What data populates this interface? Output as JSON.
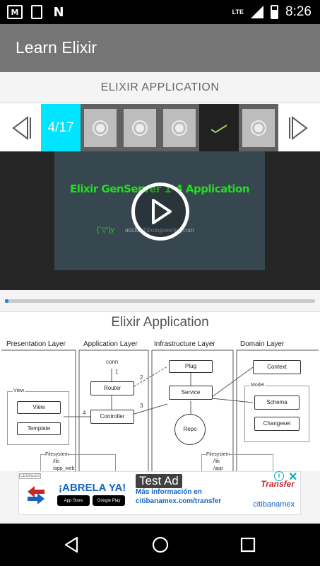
{
  "status_bar": {
    "network": "LTE",
    "time": "8:26"
  },
  "app_bar": {
    "title": "Learn Elixir"
  },
  "section": {
    "title": "ELIXIR APPLICATION"
  },
  "slide_nav": {
    "counter": "4/17",
    "thumbnails": [
      {
        "state": "unwatched"
      },
      {
        "state": "unwatched"
      },
      {
        "state": "unwatched"
      },
      {
        "state": "current"
      },
      {
        "state": "unwatched"
      }
    ]
  },
  "video": {
    "title": "Elixir GenServer 1-4 Application",
    "emoticon": "(`▽')y",
    "email": "michael@omgneering.com",
    "progress_fraction": 0.01
  },
  "slide": {
    "title": "Elixir Application",
    "layers": [
      "Presentation Layer",
      "Application Layer",
      "Infrastructure Layer",
      "Domain Layer"
    ],
    "presentation": {
      "group": "View",
      "boxes": [
        "View",
        "Template"
      ],
      "filesystem": "Filesystem",
      "paths": [
        "/lib",
        "/app_web"
      ]
    },
    "application": {
      "conn": "conn",
      "boxes": [
        "Router",
        "Controller"
      ],
      "steps": [
        "1",
        "2",
        "3",
        "4"
      ]
    },
    "infrastructure": {
      "boxes": [
        "Plug",
        "Service",
        "Repo"
      ],
      "filesystem": "Filesystem",
      "paths": [
        "/lib",
        "/app"
      ]
    },
    "domain": {
      "boxes": [
        "Context",
        "Schema",
        "Changeset"
      ],
      "group": "Model"
    }
  },
  "ad": {
    "label": "Test Ad",
    "legal": "LEGALES",
    "headline": "¡ABRELA YA!",
    "sub_lines": [
      "Más información en",
      "citibanamex.com/transfer"
    ],
    "stores": [
      "App Store",
      "Google Play"
    ],
    "brand": "Transfer",
    "brand2": "citibanamex",
    "info": "i",
    "close": "✕"
  },
  "colors": {
    "accent": "#00e5ff",
    "app_bar": "#757575",
    "video_text": "#22dd22",
    "progress": "#1e88e5"
  }
}
